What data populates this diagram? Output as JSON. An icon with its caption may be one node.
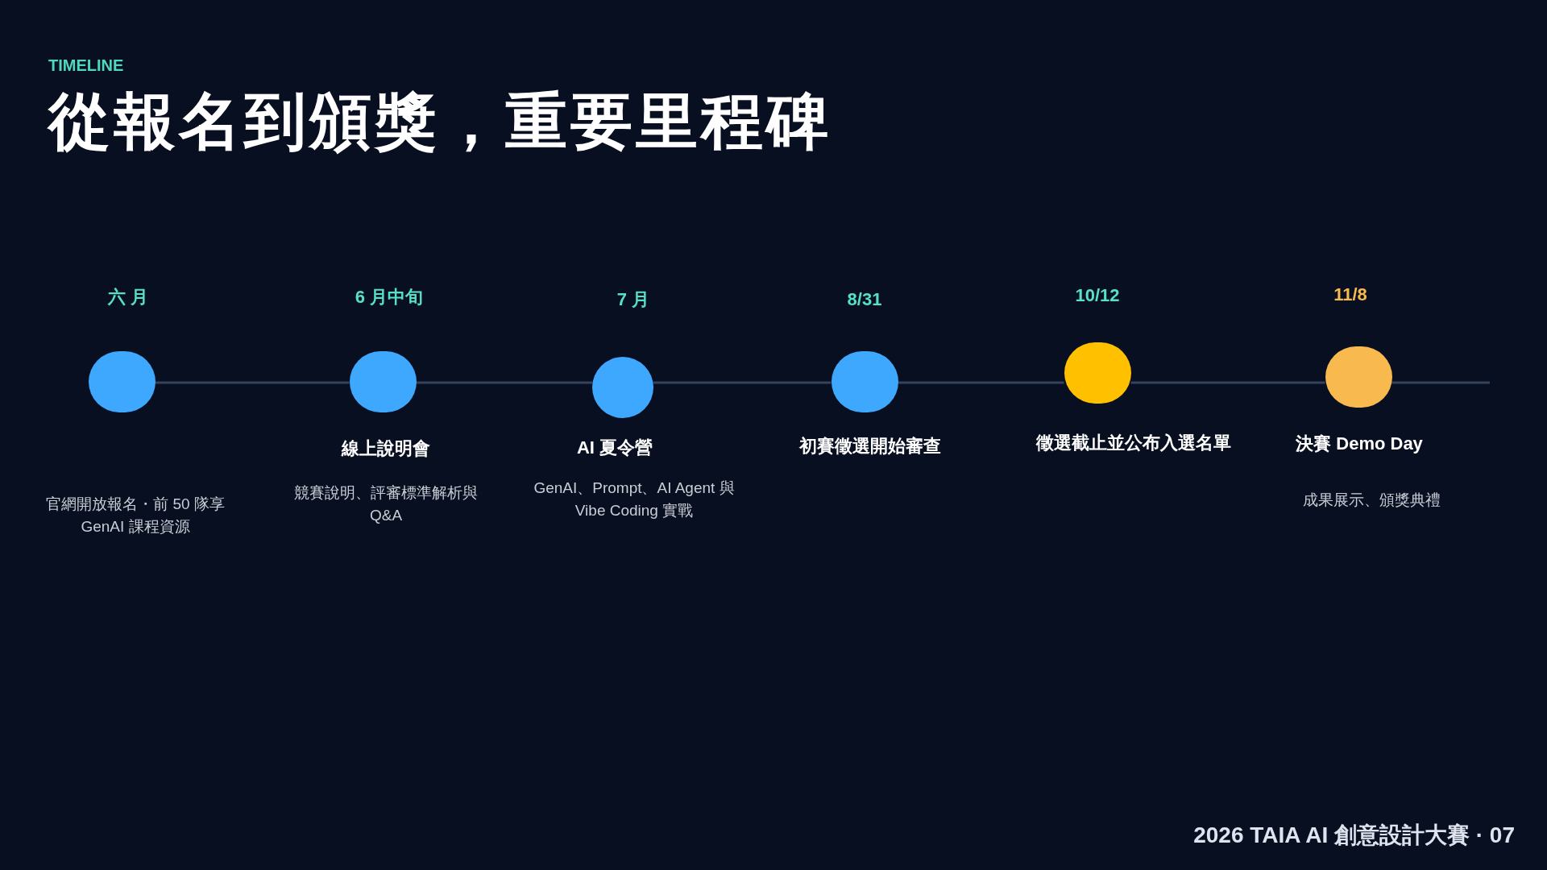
{
  "diagram": {
    "title": "從報名到頒獎，重要里程碑",
    "nodes": [
      {
        "text": [],
        "shape": "circle",
        "beside": [
          "六 月"
        ]
      },
      {
        "text": [],
        "shape": "circle",
        "beside": [
          "6 月中旬",
          "線上說明會",
          "競賽說明、評審標準解析與 Q&A"
        ]
      },
      {
        "text": [],
        "shape": "circle",
        "beside": [
          "7 月",
          "AI 夏令營",
          "GenAI、Prompt、AI Agent 與 Vibe Coding 實戰"
        ]
      },
      {
        "text": [],
        "shape": "circle",
        "beside": [
          "8/31",
          "初賽徵選開始審查"
        ]
      },
      {
        "text": [],
        "shape": "circle",
        "beside": [
          "10/12",
          "徵選截止並公布入選名單"
        ]
      },
      {
        "text": [],
        "shape": "circle",
        "beside": [
          "11/8",
          "決賽 Demo Day",
          "成果展示、頒獎典禮"
        ]
      }
    ],
    "edges": [
      {
        "from": 0,
        "to": 1,
        "arrow": "none"
      },
      {
        "from": 1,
        "to": 2,
        "arrow": "none"
      },
      {
        "from": 2,
        "to": 3,
        "arrow": "none"
      },
      {
        "from": 3,
        "to": 4,
        "arrow": "none"
      },
      {
        "from": 4,
        "to": 5,
        "arrow": "none"
      },
      {
        "from": 5,
        "to": null,
        "arrow": "none"
      }
    ],
    "labels": [
      "TIMELINE",
      "官網開放報名・前 50 隊享 GenAI 課程資源",
      "2026 TAIA AI 創意設計大賽 · 07"
    ]
  }
}
